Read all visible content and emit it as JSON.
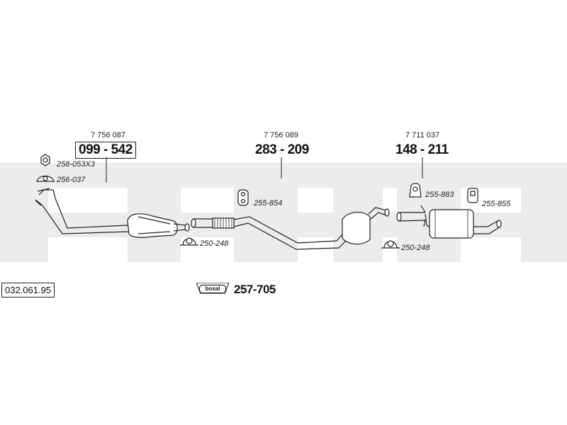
{
  "catalog_code": "032.061.95",
  "watermark_text": "bosal",
  "sections": {
    "front": {
      "oem_number": "7 756 087",
      "part_number": "099 - 542"
    },
    "middle": {
      "oem_number": "7 756 089",
      "part_number": "283 - 209"
    },
    "rear": {
      "oem_number": "7 711 037",
      "part_number": "148 - 211"
    }
  },
  "accessories": {
    "nut": "258-053X3",
    "gasket": "256-037",
    "clamp_front": "250-248",
    "hanger_middle": "255-854",
    "hanger_rear_a": "255-883",
    "hanger_rear_b": "255-855",
    "clamp_rear": "250-248"
  },
  "kit": {
    "badge_label": "bosal",
    "part_number": "257-705"
  }
}
